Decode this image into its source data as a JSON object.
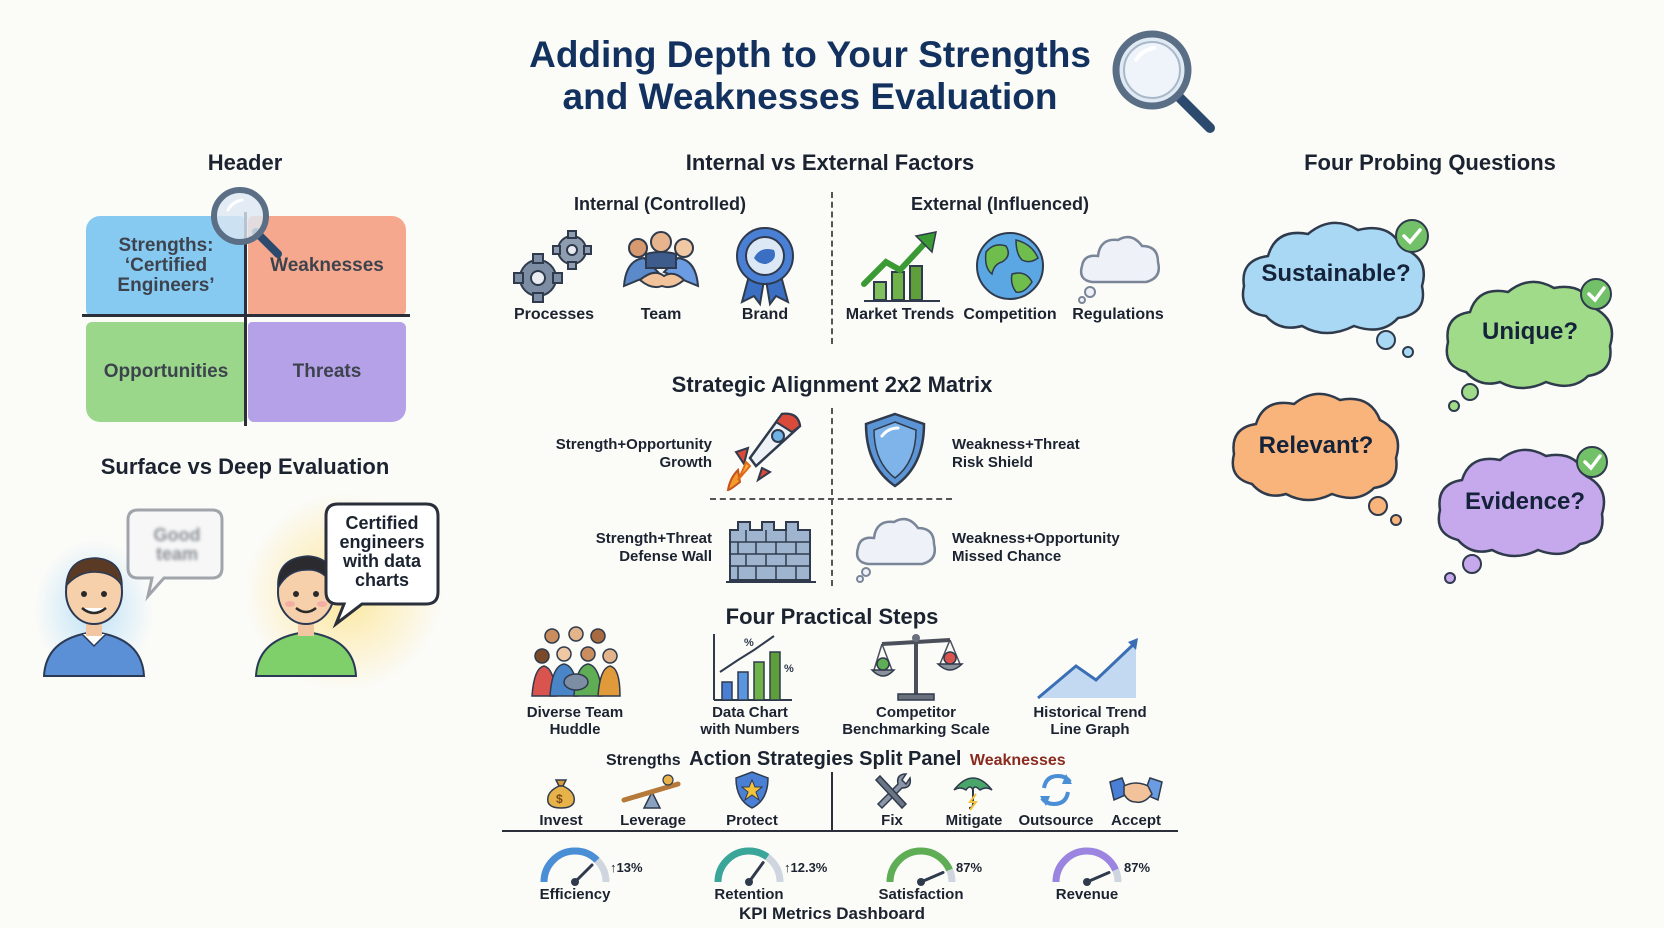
{
  "title_line1": "Adding Depth to Your Strengths",
  "title_line2": "and Weaknesses Evaluation",
  "swot": {
    "heading": "Header",
    "strengths": "Strengths: ‘Certified Engineers’",
    "weaknesses": "Weaknesses",
    "opportunities": "Opportunities",
    "threats": "Threats"
  },
  "surface": {
    "heading": "Surface vs Deep Evaluation",
    "shallow_quote": "Good team",
    "deep_quote": "Certified engineers with data charts"
  },
  "factors": {
    "heading": "Internal vs External Factors",
    "internal_heading": "Internal (Controlled)",
    "external_heading": "External (Influenced)",
    "internal": [
      {
        "label": "Processes",
        "icon": "gears-icon"
      },
      {
        "label": "Team",
        "icon": "team-handshake-icon"
      },
      {
        "label": "Brand",
        "icon": "brand-ribbon-icon"
      }
    ],
    "external": [
      {
        "label": "Market Trends",
        "icon": "rising-chart-icon"
      },
      {
        "label": "Competition",
        "icon": "globe-icon"
      },
      {
        "label": "Regulations",
        "icon": "cloud-icon"
      }
    ]
  },
  "matrix": {
    "heading": "Strategic Alignment 2x2 Matrix",
    "cells": [
      {
        "line1": "Strength+Opportunity",
        "line2": "Growth",
        "icon": "rocket-icon"
      },
      {
        "line1": "Weakness+Threat",
        "line2": "Risk Shield",
        "icon": "shield-icon"
      },
      {
        "line1": "Strength+Threat",
        "line2": "Defense Wall",
        "icon": "brick-wall-icon"
      },
      {
        "line1": "Weakness+Opportunity",
        "line2": "Missed Chance",
        "icon": "cloud-icon"
      }
    ]
  },
  "steps": {
    "heading": "Four Practical Steps",
    "items": [
      {
        "line1": "Diverse Team",
        "line2": "Huddle",
        "icon": "team-huddle-icon"
      },
      {
        "line1": "Data Chart",
        "line2": "with Numbers",
        "icon": "bar-chart-icon"
      },
      {
        "line1": "Competitor",
        "line2": "Benchmarking Scale",
        "icon": "balance-scale-icon"
      },
      {
        "line1": "Historical Trend",
        "line2": "Line Graph",
        "icon": "line-graph-icon"
      }
    ]
  },
  "actions": {
    "strengths_label": "Strengths",
    "heading": "Action Strategies Split Panel",
    "weaknesses_label": "Weaknesses",
    "strength_items": [
      {
        "label": "Invest",
        "icon": "money-bag-icon"
      },
      {
        "label": "Leverage",
        "icon": "seesaw-icon"
      },
      {
        "label": "Protect",
        "icon": "shield-star-icon"
      }
    ],
    "weakness_items": [
      {
        "label": "Fix",
        "icon": "wrench-icon"
      },
      {
        "label": "Mitigate",
        "icon": "umbrella-icon"
      },
      {
        "label": "Outsource",
        "icon": "cycle-arrows-icon"
      },
      {
        "label": "Accept",
        "icon": "handshake-icon"
      }
    ]
  },
  "kpi": {
    "heading": "KPI Metrics Dashboard",
    "items": [
      {
        "label": "Efficiency",
        "value": "↑13%",
        "level": 0.75
      },
      {
        "label": "Retention",
        "value": "↑12.3%",
        "level": 0.7
      },
      {
        "label": "Satisfaction",
        "value": "87%",
        "level": 0.87
      },
      {
        "label": "Revenue",
        "value": "87%",
        "level": 0.87
      }
    ]
  },
  "questions": {
    "heading": "Four Probing Questions",
    "items": [
      "Sustainable?",
      "Unique?",
      "Relevant?",
      "Evidence?"
    ]
  },
  "colors": {
    "title": "#13315f",
    "strengths": "#5fb8ee",
    "weaknesses": "#f48a68",
    "opportunities": "#7ccc6a",
    "threats": "#9c85e0"
  }
}
